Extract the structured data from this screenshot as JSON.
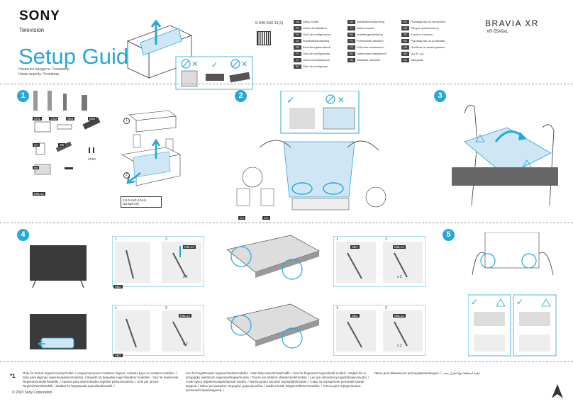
{
  "header": {
    "brand": "SONY",
    "category": "Television",
    "title": "Setup Guide",
    "subtitle_ru": "Название продукта: Телевизор",
    "subtitle_ua": "Назва виробу: Телевізор",
    "doc_code": "5-049-550-11(1)",
    "series": "BRAVIA XR",
    "model": "XR-55A9xL"
  },
  "languages": [
    {
      "code": "GB",
      "name": "Setup Guide"
    },
    {
      "code": "DK",
      "name": "Installationsvejledning"
    },
    {
      "code": "RU",
      "name": "Руководство за настройка"
    },
    {
      "code": "FR",
      "name": "Guide d'installation"
    },
    {
      "code": "FI",
      "name": "Asennusopas"
    },
    {
      "code": "GR",
      "name": "Οδηγός εγκατάστασης"
    },
    {
      "code": "ES",
      "name": "Guía de configuración"
    },
    {
      "code": "NO",
      "name": "Innstillingsveiledning"
    },
    {
      "code": "TR",
      "name": "Kurulum Kılavuzu"
    },
    {
      "code": "NL",
      "name": "Installatiehandleiding"
    },
    {
      "code": "PL",
      "name": "Przewodnik ustawień"
    },
    {
      "code": "RU",
      "name": "Руководство по установке"
    },
    {
      "code": "DE",
      "name": "Einrichtungshandbuch"
    },
    {
      "code": "CZ",
      "name": "Průvodce nastavením"
    },
    {
      "code": "UA",
      "name": "Посібник із налаштування"
    },
    {
      "code": "PT",
      "name": "Guia de configuração"
    },
    {
      "code": "SK",
      "name": "Sprievodca nastavením"
    },
    {
      "code": "AR",
      "name": "دليل الإعداد"
    },
    {
      "code": "IT",
      "name": "Guida di installazione"
    },
    {
      "code": "HU",
      "name": "Beállítási útmutató"
    },
    {
      "code": "SE",
      "name": "Startguide"
    },
    {
      "code": "RO",
      "name": "Ghid de configurare"
    }
  ],
  "steps": [
    {
      "number": "1"
    },
    {
      "number": "2"
    },
    {
      "number": "3"
    },
    {
      "number": "4"
    },
    {
      "number": "5"
    }
  ],
  "step1": {
    "parts": [
      "CN1",
      "CN2",
      "SB1",
      "SB2",
      "XA",
      "XB",
      "LR03",
      "IM",
      "M5L12"
    ],
    "sub_1": "1",
    "sub_2": "2",
    "torque": "1.5 N·m/1.5 N·m",
    "torque_kgf": "{15 kgf·cm}"
  },
  "step2": {
    "labels": [
      "CA",
      "CC"
    ]
  },
  "step4": {
    "sub_1": "1",
    "sub_2": "2",
    "screw": "M5L12",
    "stand_a": "SB2",
    "stand_b": "SB1",
    "times": "x 2"
  },
  "footer": {
    "star": "*1",
    "col1": "Only for limited region/country/model. / Uniquement pour certaines régions, certains pays ou certains modèles. / Solo para algunas regiones/países/modelos. / Beperkt tot bepaalde regio's/landen/ modellen. / Nur für bestimmte Regionen/Länder/Modelle. / Apenas para determinadas regiões/ países/modelos. / Solo per alcune Regioni/Paesi/Modelli. / Endast för begränsad region/land/modell. /",
    "col2": "Kun for begrænsede regioner/lande/modeller. / Vain tietyt alueet/maat/mallit. / Kun for begrenset region/land/ modell. / Wyłącznie w przypadku niektórych regionów/krajów/modeli. / Pouze pro některé oblasti/země/modely. / Len pre obmedzený región/krajinu/model. / Csak egyes régiók/országok/típusok esetén. / Numai pentru anumite regiuni/țări/modele. / Само за определени региони/страни/модели. / Μόνο για ορισμένες περιοχές/ χώρες/μοντέλα. / Sadece kısıtlı bölgeler/ülkeler/modeller. / Только для определенных регионов/стран/моделей. /",
    "col3": "Лише для обмеженого регіону/країни/моделі. / فقط لمنطقة/دولة/طراز محدد",
    "copyright": "© 2023 Sony Corporation"
  },
  "colors": {
    "accent": "#27a6d8",
    "panel": "#cfe6f4",
    "dark": "#3a3a3a"
  }
}
